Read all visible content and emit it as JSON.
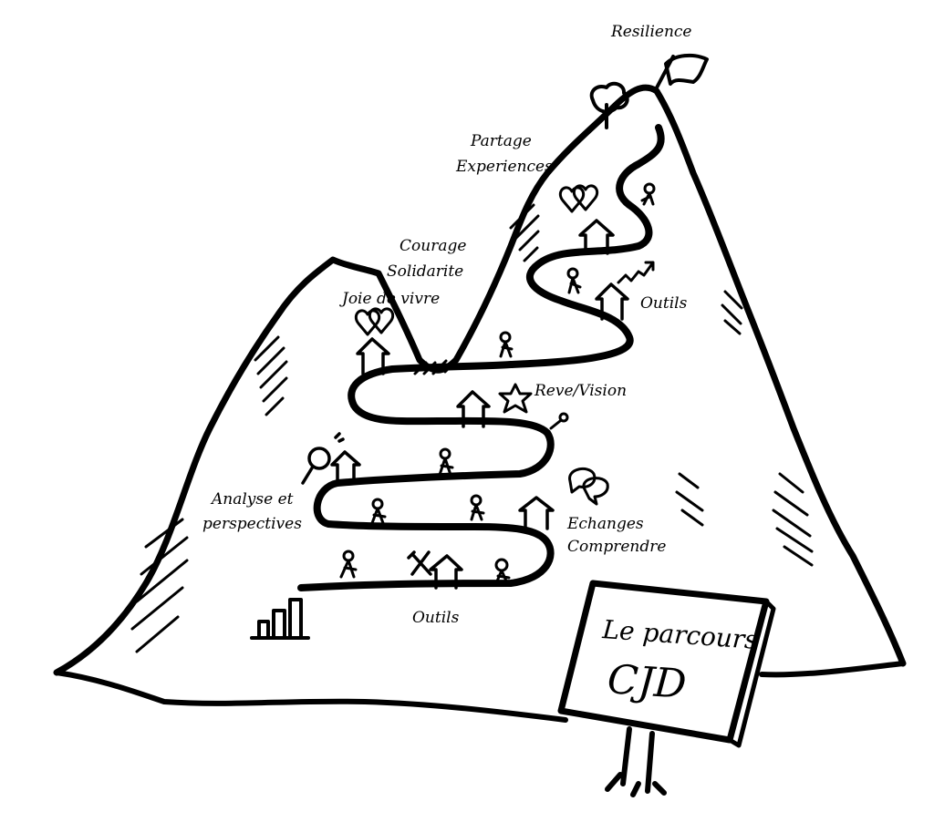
{
  "labels": {
    "summit": "Resilience",
    "share": [
      "Partage",
      "Experiences"
    ],
    "courage": [
      "Courage",
      "Solidarite",
      "Joie de vivre"
    ],
    "tools_upper": "Outils",
    "dream": "Reve/Vision",
    "analysis": [
      "Analyse et",
      "perspectives"
    ],
    "exchanges": [
      "Echanges",
      "Comprendre"
    ],
    "tools_lower": "Outils"
  },
  "sign": {
    "line1": "Le parcours",
    "line2": "CJD"
  },
  "colors": {
    "ink": "#000000",
    "paper": "#ffffff"
  }
}
